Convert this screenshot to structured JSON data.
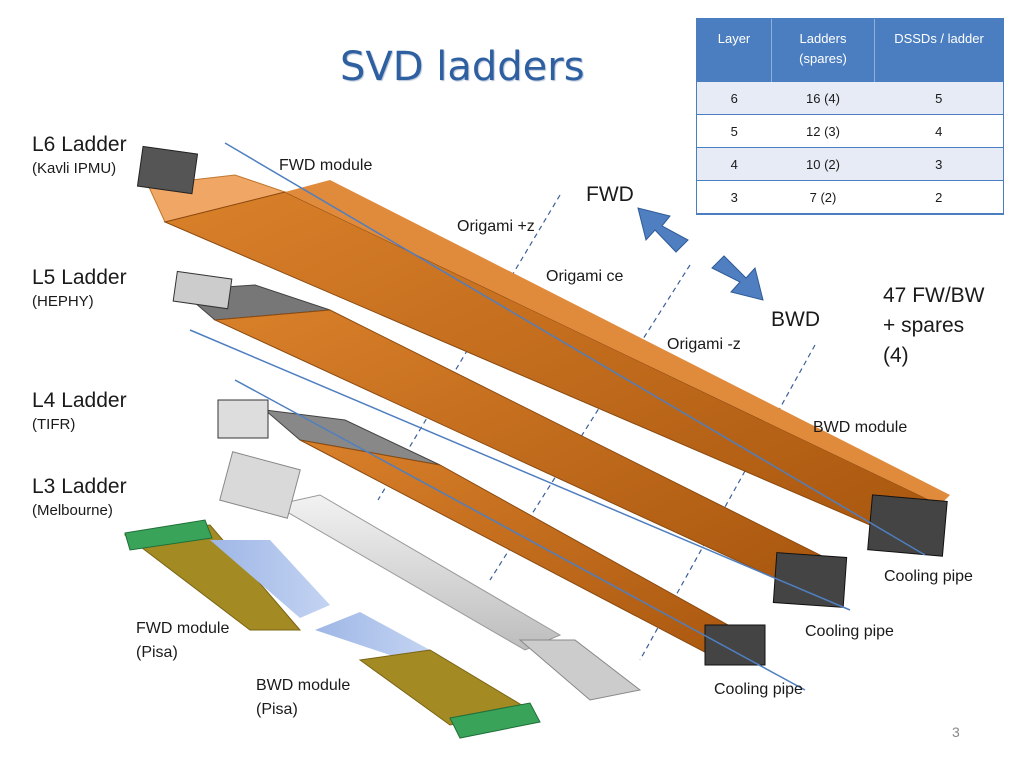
{
  "title": "SVD ladders",
  "table": {
    "headers": [
      "Layer",
      "Ladders\n(spares)",
      "DSSDs / ladder"
    ],
    "rows": [
      [
        "6",
        "16 (4)",
        "5"
      ],
      [
        "5",
        "12 (3)",
        "4"
      ],
      [
        "4",
        "10 (2)",
        "3"
      ],
      [
        "3",
        "7 (2)",
        "2"
      ]
    ]
  },
  "ladders": {
    "l6": {
      "name": "L6 Ladder",
      "inst": "(Kavli IPMU)"
    },
    "l5": {
      "name": "L5 Ladder",
      "inst": "(HEPHY)"
    },
    "l4": {
      "name": "L4 Ladder",
      "inst": "(TIFR)"
    },
    "l3": {
      "name": "L3 Ladder",
      "inst": "(Melbourne)"
    }
  },
  "labels": {
    "fwd_module": "FWD module",
    "fwd": "FWD",
    "bwd": "BWD",
    "origami_pz": "Origami +z",
    "origami_ce": "Origami ce",
    "origami_mz": "Origami -z",
    "count_line1": "47 FW/BW",
    "count_line2": "+ spares",
    "count_line3": "(4)",
    "bwd_module": "BWD module",
    "cooling_pipe_1": "Cooling pipe",
    "cooling_pipe_2": "Cooling pipe",
    "cooling_pipe_3": "Cooling pipe",
    "fwd_module_pisa_1": "FWD module",
    "fwd_module_pisa_2": "(Pisa)",
    "bwd_module_pisa_1": "BWD module",
    "bwd_module_pisa_2": "(Pisa)"
  },
  "page_number": "3",
  "colors": {
    "flex": "#b8620f",
    "flex_light": "#e59a52",
    "arrow": "#4f7fc0",
    "table_header": "#4b7ec1",
    "title": "#2e5fa0"
  }
}
